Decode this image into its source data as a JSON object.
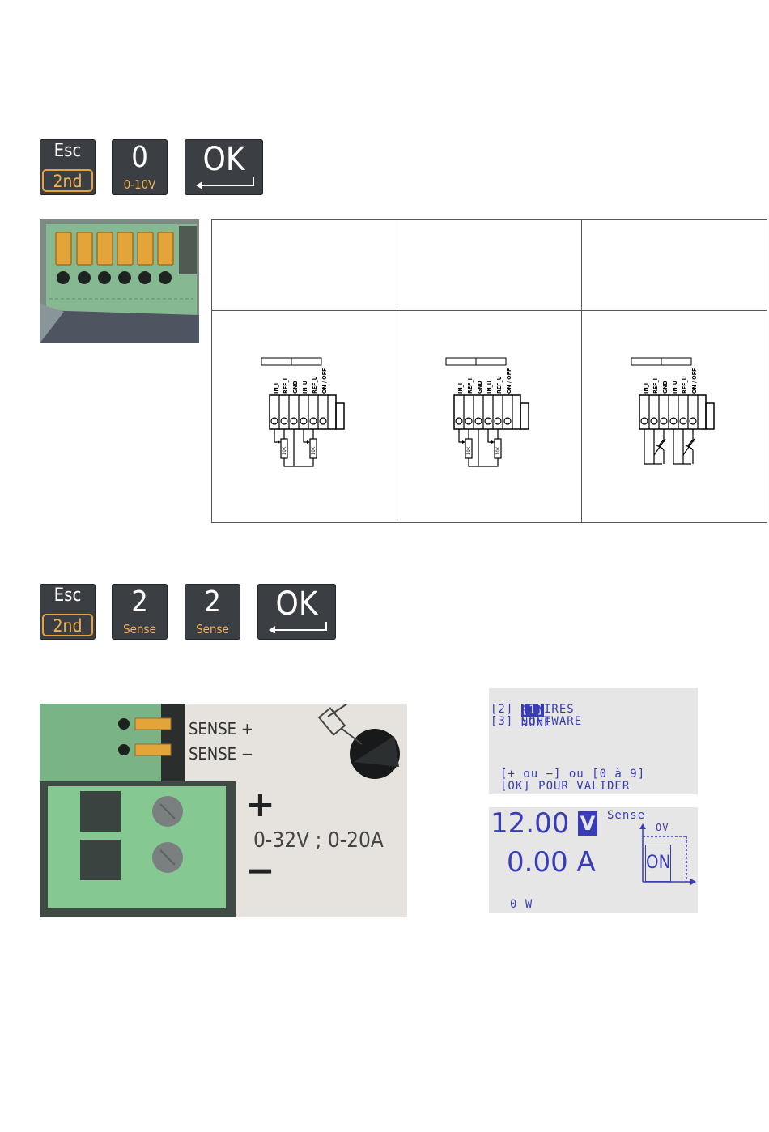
{
  "keys_row1": {
    "esc": {
      "top": "Esc",
      "bottom": "2nd"
    },
    "zero": {
      "main": "0",
      "sub": "0-10V"
    },
    "ok": {
      "main": "OK"
    }
  },
  "keys_row2": {
    "esc": {
      "top": "Esc",
      "bottom": "2nd"
    },
    "two_a": {
      "main": "2",
      "sub": "Sense"
    },
    "two_b": {
      "main": "2",
      "sub": "Sense"
    },
    "ok": {
      "main": "OK"
    }
  },
  "wiring_diagram": {
    "pin_labels": [
      "IN_I",
      "REF_I",
      "GND",
      "IN_U",
      "REF_U",
      "ON / OFF"
    ],
    "resistor_label": "10K"
  },
  "sense_photo": {
    "sense_plus": "SENSE +",
    "sense_minus": "SENSE −",
    "plus": "+",
    "minus": "−",
    "rating": "0-32V ; 0-20A"
  },
  "lcd_menu": {
    "line1_num": "[1]",
    "line1_text": "NONE",
    "line2": "[2] 4 WIRES",
    "line3": "[3] SOFTWARE",
    "hint1": "[+ ou −] ou [0 à 9]",
    "hint2": "[OK] POUR VALIDER"
  },
  "lcd_status": {
    "voltage": "12.00",
    "voltage_unit": "V",
    "sense": "Sense",
    "ov": "OV",
    "current": "0.00 A",
    "state": "ON",
    "power": "0 W"
  },
  "colors": {
    "key_bg": "#3b3e42",
    "key_accent": "#f3b150",
    "lcd_text": "#3a3cb6",
    "lcd_bg": "#e6e6e6",
    "terminal_green": "#7fbf8a"
  }
}
